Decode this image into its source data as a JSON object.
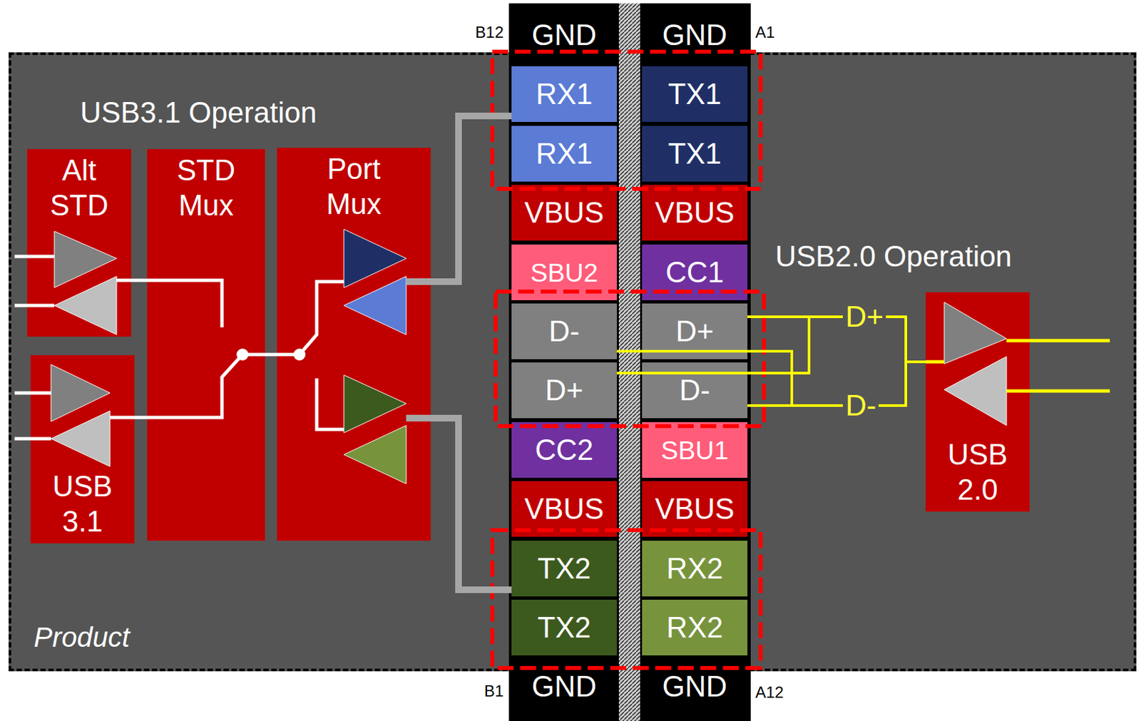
{
  "diagram": {
    "nodes": [
      {
        "text": [
          "Product"
        ]
      },
      {
        "text": [
          "Alt STD"
        ],
        "in": 0
      },
      {
        "text": [
          "STD Mux"
        ],
        "in": 0
      },
      {
        "text": [
          "Port Mux"
        ],
        "in": 0
      },
      {
        "text": [
          "USB 3.1"
        ],
        "in": 0
      },
      {
        "text": [
          "USB 2.0"
        ],
        "in": 0
      },
      {
        "text": [
          "GND"
        ]
      },
      {
        "text": [
          "GND"
        ]
      },
      {
        "text": [
          "RX1"
        ]
      },
      {
        "text": [
          "TX1"
        ]
      },
      {
        "text": [
          "RX1"
        ]
      },
      {
        "text": [
          "TX1"
        ]
      },
      {
        "text": [
          "VBUS"
        ]
      },
      {
        "text": [
          "VBUS"
        ]
      },
      {
        "text": [
          "SBU2"
        ]
      },
      {
        "text": [
          "CC1"
        ]
      },
      {
        "text": [
          "D-"
        ]
      },
      {
        "text": [
          "D+"
        ]
      },
      {
        "text": [
          "D+"
        ]
      },
      {
        "text": [
          "D-"
        ]
      },
      {
        "text": [
          "CC2"
        ]
      },
      {
        "text": [
          "SBU1"
        ]
      },
      {
        "text": [
          "VBUS"
        ]
      },
      {
        "text": [
          "VBUS"
        ]
      },
      {
        "text": [
          "TX2"
        ]
      },
      {
        "text": [
          "RX2"
        ]
      },
      {
        "text": [
          "TX2"
        ]
      },
      {
        "text": [
          "RX2"
        ]
      },
      {
        "text": [
          "GND"
        ]
      },
      {
        "text": [
          "GND"
        ]
      }
    ],
    "edges": [
      {
        "from": 1,
        "to": 2,
        "arrow": "none"
      },
      {
        "from": 4,
        "to": 2,
        "arrow": "none"
      },
      {
        "from": 2,
        "to": 3,
        "arrow": "none"
      },
      {
        "from": 3,
        "to": 8,
        "arrow": "none"
      },
      {
        "from": 3,
        "to": 24,
        "arrow": "none"
      },
      {
        "from": 17,
        "to": 5,
        "arrow": "none"
      },
      {
        "from": 18,
        "to": 5,
        "arrow": "none"
      },
      {
        "from": 16,
        "to": 5,
        "arrow": "none"
      },
      {
        "from": 19,
        "to": 5,
        "arrow": "none"
      }
    ],
    "labels": [
      "USB3.1 Operation",
      "USB2.0 Operation",
      "B12",
      "A1",
      "B1",
      "A12",
      "D+",
      "D-"
    ]
  }
}
